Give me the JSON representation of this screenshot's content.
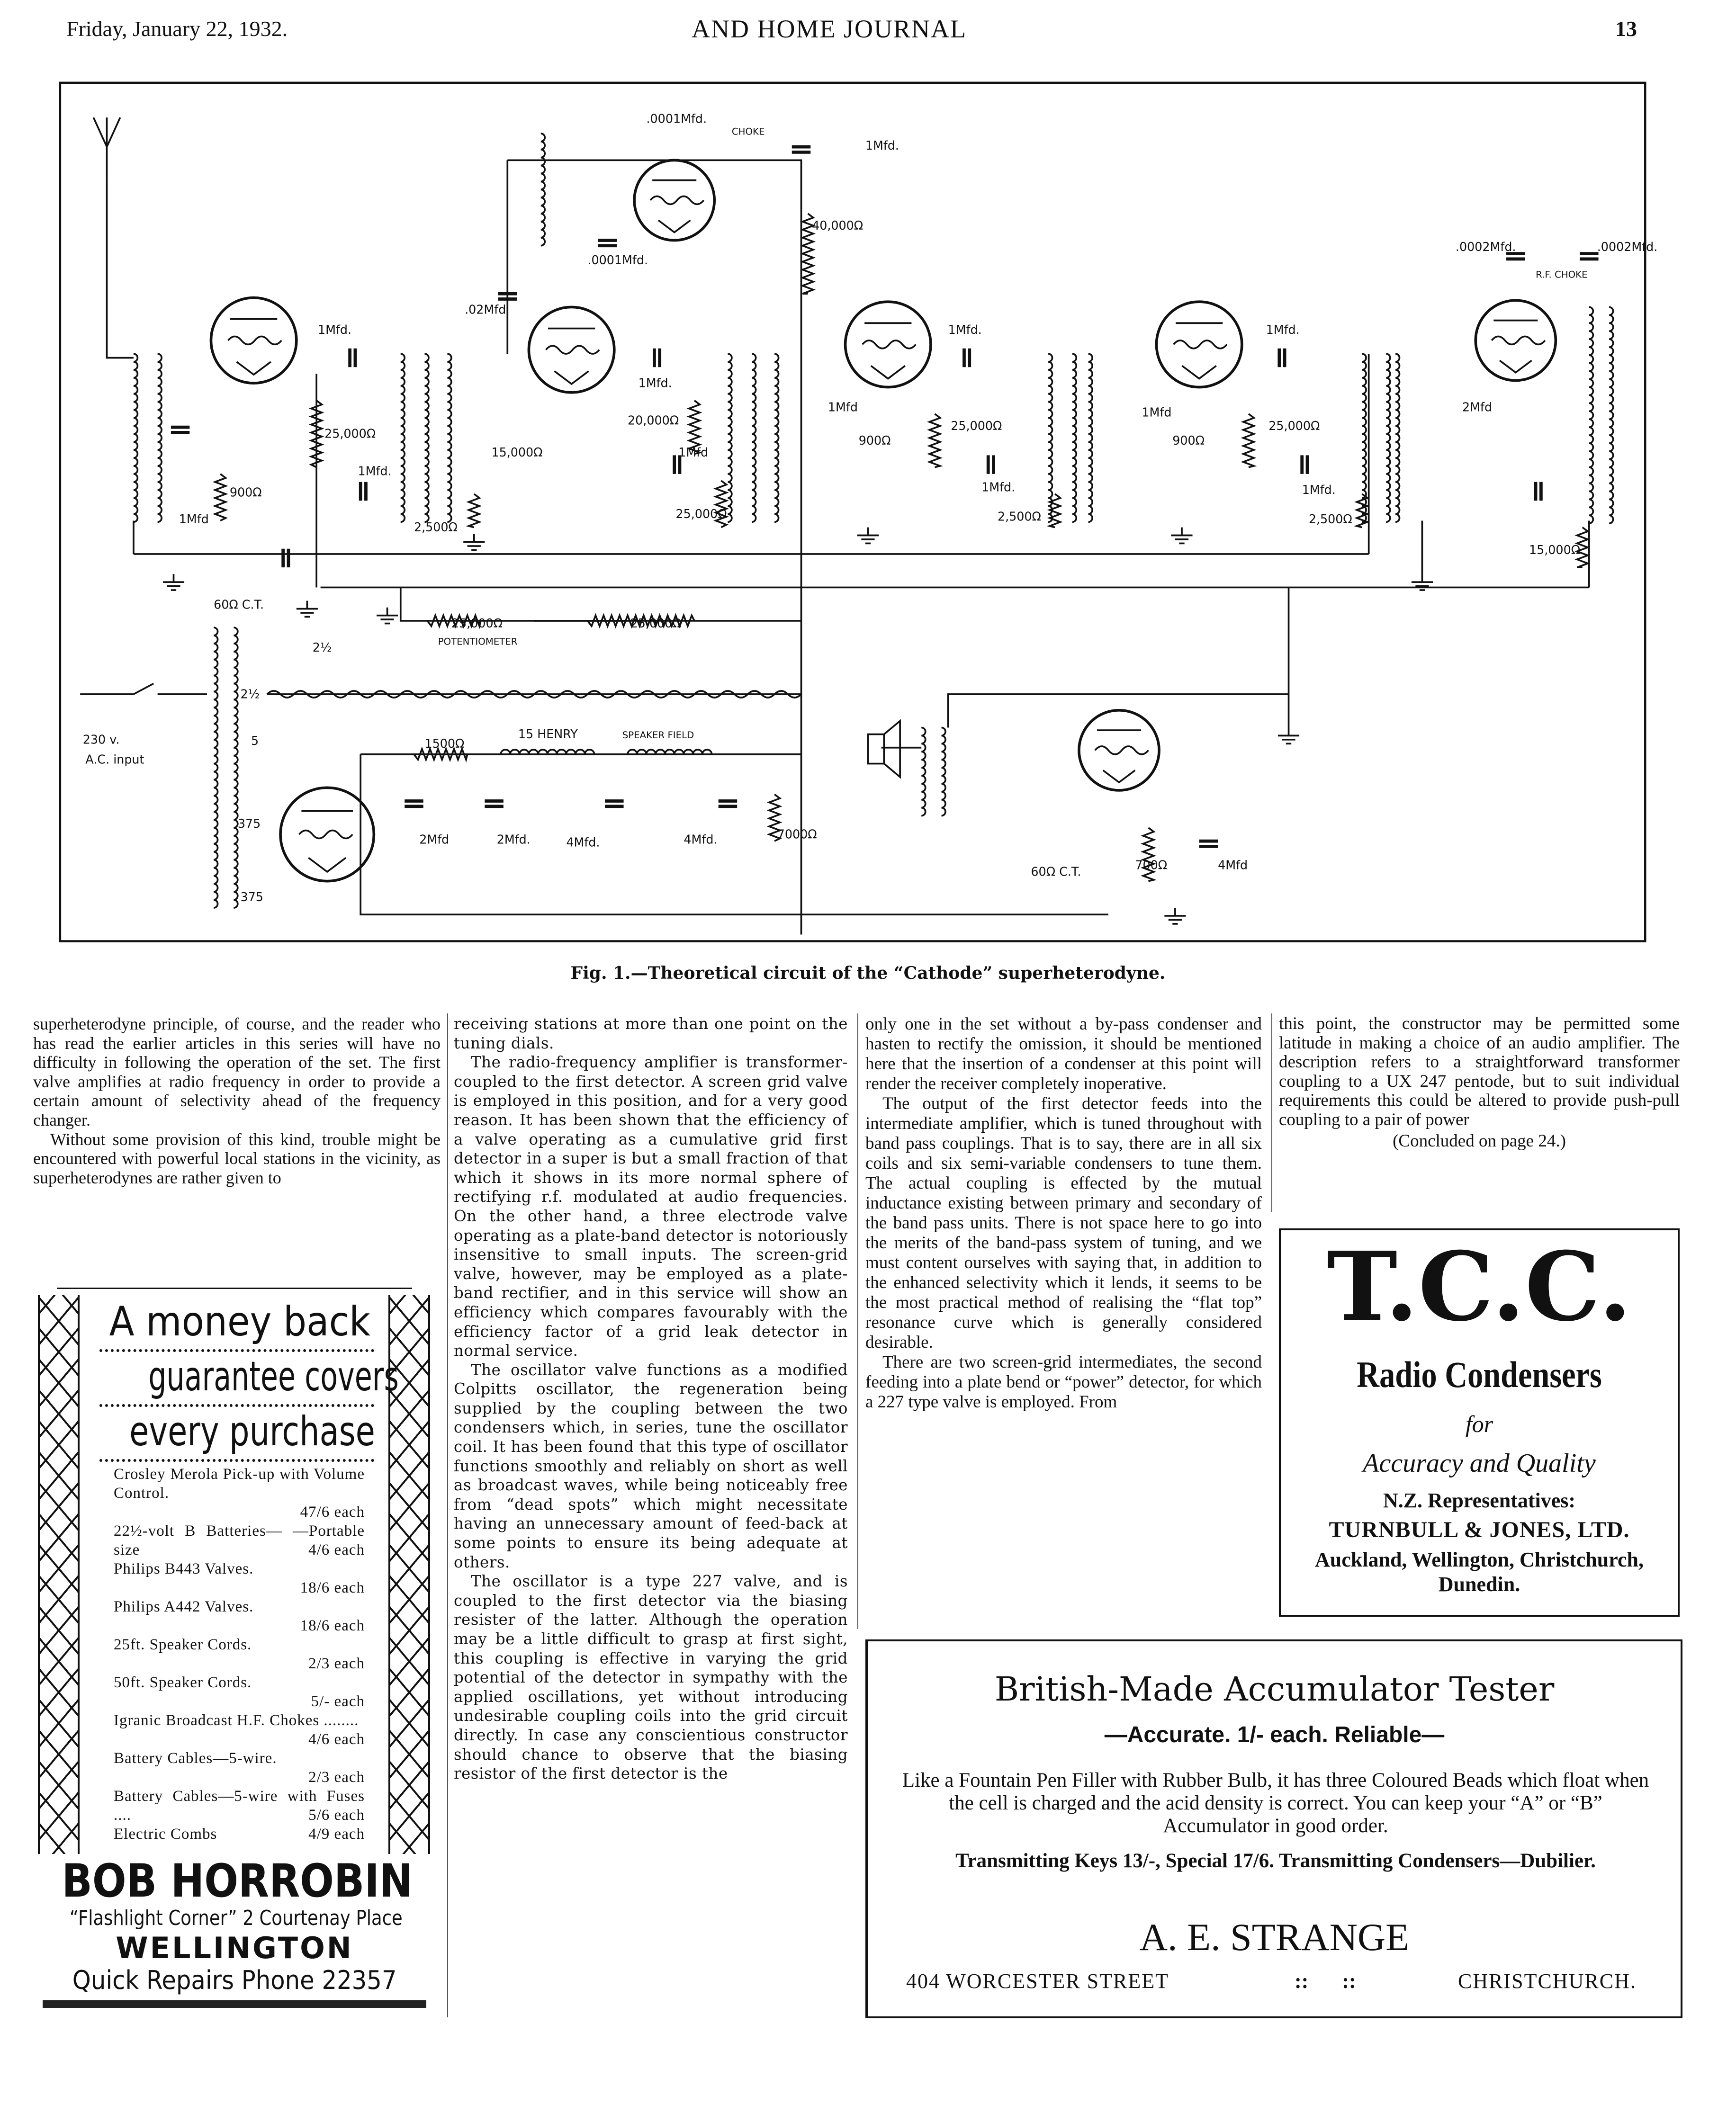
{
  "header": {
    "date": "Friday, January 22, 1932.",
    "title": "AND HOME JOURNAL",
    "page": "13"
  },
  "diagram": {
    "caption": "Fig. 1.—Theoretical circuit of the “Cathode” superheterodyne.",
    "labels": [
      ".0001Mfd.",
      "CHOKE",
      "1Mfd.",
      "40,000Ω",
      ".0001Mfd.",
      ".02Mfd",
      "1Mfd.",
      "25,000Ω",
      "1Mfd.",
      "900Ω",
      "1Mfd",
      "2,500Ω",
      "15,000Ω",
      "1Mfd.",
      "20,000Ω",
      "1Mfd",
      "25,000Ω",
      "1Mfd.",
      "1Mfd",
      "900Ω",
      "25,000Ω",
      "1Mfd.",
      "2,500Ω",
      "1Mfd.",
      "1Mfd",
      "900Ω",
      "25,000Ω",
      "1Mfd.",
      "2,500Ω",
      ".0002Mfd.",
      "R.F. CHOKE",
      ".0002Mfd.",
      "2Mfd",
      "15,000Ω",
      "60Ω C.T.",
      "2½",
      "2½",
      "25,000Ω",
      "POTENTIOMETER",
      "25,000Ω",
      "230 v.",
      "A.C. input",
      "5",
      "375",
      "375",
      "1500Ω",
      "15 HENRY",
      "SPEAKER FIELD",
      "2Mfd",
      "2Mfd.",
      "4Mfd.",
      "4Mfd.",
      "7000Ω",
      "60Ω C.T.",
      "700Ω",
      "4Mfd"
    ]
  },
  "col1": {
    "paragraphs": [
      "superheterodyne principle, of course, and the reader who has read the earlier articles in this series will have no difficulty in following the operation of the set. The first valve amplifies at radio frequency in order to provide a certain amount of selectivity ahead of the frequency changer.",
      "Without some provision of this kind, trouble might be encountered with powerful local stations in the vicinity, as superheterodynes are rather given to"
    ]
  },
  "ad_horrobin": {
    "headline": [
      "A money back",
      "guarantee covers",
      "every purchase"
    ],
    "items": [
      {
        "name": "Crosley Merola Pick-up with Volume Control.",
        "price": "47/6 each"
      },
      {
        "name": "22½-volt B Batteries— —Portable size",
        "price": "4/6 each"
      },
      {
        "name": "Philips B443 Valves.",
        "price": "18/6 each"
      },
      {
        "name": "Philips A442 Valves.",
        "price": "18/6 each"
      },
      {
        "name": "25ft. Speaker Cords.",
        "price": "2/3 each"
      },
      {
        "name": "50ft. Speaker Cords.",
        "price": "5/- each"
      },
      {
        "name": "Igranic Broadcast H.F. Chokes ........",
        "price": "4/6 each"
      },
      {
        "name": "Battery Cables—5-wire.",
        "price": "2/3 each"
      },
      {
        "name": "Battery Cables—5-wire with Fuses ....",
        "price": "5/6 each"
      },
      {
        "name": "Electric Combs",
        "price": "4/9 each"
      }
    ],
    "name": "BOB HORROBIN",
    "address": "“Flashlight Corner” 2 Courtenay Place",
    "city": "WELLINGTON",
    "phone": "Quick Repairs Phone 22357"
  },
  "col2": {
    "paragraphs": [
      "receiving stations at more than one point on the tuning dials.",
      "The radio-frequency amplifier is transformer-coupled to the first detector. A screen grid valve is employed in this position, and for a very good reason. It has been shown that the efficiency of a valve operating as a cumulative grid first detector in a super is but a small fraction of that which it shows in its more normal sphere of rectifying r.f. modulated at audio frequencies. On the other hand, a three electrode valve operating as a plate-band detector is notoriously insensitive to small inputs. The screen-grid valve, however, may be employed as a plate-band rectifier, and in this service will show an efficiency which compares favourably with the efficiency factor of a grid leak detector in normal service.",
      "The oscillator valve functions as a modified Colpitts oscillator, the regeneration being supplied by the coupling between the two condensers which, in series, tune the oscillator coil. It has been found that this type of oscillator functions smoothly and reliably on short as well as broadcast waves, while being noticeably free from “dead spots” which might necessitate having an unnecessary amount of feed-back at some points to ensure its being adequate at others.",
      "The oscillator is a type 227 valve, and is coupled to the first detector via the biasing resister of the latter. Although the operation may be a little difficult to grasp at first sight, this coupling is effective in varying the grid potential of the detector in sympathy with the applied oscillations, yet without introducing undesirable coupling coils into the grid circuit directly. In case any conscientious constructor should chance to observe that the biasing resistor of the first detector is the"
    ]
  },
  "col3": {
    "paragraphs": [
      "only one in the set without a by-pass condenser and hasten to rectify the omission, it should be mentioned here that the insertion of a condenser at this point will render the receiver completely inoperative.",
      "The output of the first detector feeds into the intermediate amplifier, which is tuned throughout with band pass couplings. That is to say, there are in all six coils and six semi-variable condensers to tune them. The actual coupling is effected by the mutual inductance existing between primary and secondary of the band pass units. There is not space here to go into the merits of the band-pass system of tuning, and we must content ourselves with saying that, in addition to the enhanced selectivity which it lends, it seems to be the most practical method of realising the “flat top” resonance curve which is generally considered desirable.",
      "There are two screen-grid intermediates, the second feeding into a plate bend or “power” detector, for which a 227 type valve is employed. From"
    ]
  },
  "col4": {
    "paragraphs": [
      "this point, the constructor may be permitted some latitude in making a choice of an audio amplifier. The description refers to a straightforward transformer coupling to a UX 247 pentode, but to suit individual requirements this could be altered to provide push-pull coupling to a pair of power"
    ],
    "concluded": "(Concluded on page 24.)"
  },
  "ad_tcc": {
    "brand": "T.C.C.",
    "product": "Radio Condensers",
    "for": "for",
    "tagline": "Accuracy and Quality",
    "reps_label": "N.Z. Representatives:",
    "company": "TURNBULL & JONES, LTD.",
    "cities": "Auckland, Wellington, Christchurch, Dunedin."
  },
  "ad_strange": {
    "title": "British-Made Accumulator Tester",
    "subtitle": "—Accurate. 1/- each. Reliable—",
    "body": "Like a Fountain Pen Filler with Rubber Bulb, it has three Coloured Beads which float when the cell is charged and the acid density is correct. You can keep your “A” or “B” Accumulator in good order.",
    "extra": "Transmitting Keys 13/-, Special 17/6. Transmitting Condensers—Dubilier.",
    "name": "A. E. STRANGE",
    "street": "404 WORCESTER STREET",
    "sep": ":: ::",
    "city": "CHRISTCHURCH."
  }
}
